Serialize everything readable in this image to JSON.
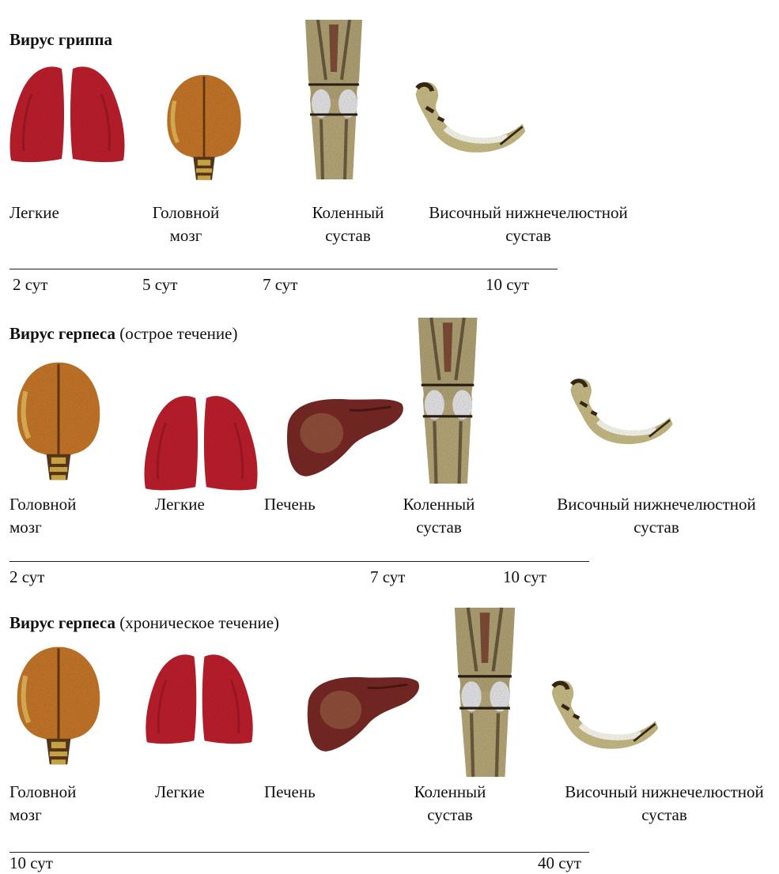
{
  "panels": [
    {
      "title_bold": "Вирус гриппа",
      "title_rest": "",
      "organs": [
        {
          "icon": "lungs-icon",
          "label": "Легкие"
        },
        {
          "icon": "brain-icon",
          "label": "Головной мозг"
        },
        {
          "icon": "knee-joint-icon",
          "label": "Коленный сустав"
        },
        {
          "icon": "jaw-joint-icon",
          "label": "Височный нижнечелюстной сустав"
        }
      ],
      "timeline": [
        "2 сут",
        "5 сут",
        "7 сут",
        "10 сут"
      ]
    },
    {
      "title_bold": "Вирус герпеса",
      "title_rest": "(острое течение)",
      "organs": [
        {
          "icon": "brain-icon",
          "label": "Головной мозг"
        },
        {
          "icon": "lungs-icon",
          "label": "Легкие"
        },
        {
          "icon": "liver-icon",
          "label": "Печень"
        },
        {
          "icon": "knee-joint-icon",
          "label": "Коленный сустав"
        },
        {
          "icon": "jaw-joint-icon",
          "label": "Височный нижнечелюстной сустав"
        }
      ],
      "timeline": [
        "2 сут",
        "7 сут",
        "10 сут"
      ]
    },
    {
      "title_bold": "Вирус герпеса",
      "title_rest": "(хроническое течение)",
      "organs": [
        {
          "icon": "brain-icon",
          "label": "Головной мозг"
        },
        {
          "icon": "lungs-icon",
          "label": "Легкие"
        },
        {
          "icon": "liver-icon",
          "label": "Печень"
        },
        {
          "icon": "knee-joint-icon",
          "label": "Коленный сустав"
        },
        {
          "icon": "jaw-joint-icon",
          "label": "Височный нижнечелюстной сустав"
        }
      ],
      "timeline": [
        "10 сут",
        "40 сут"
      ]
    }
  ],
  "colors": {
    "lungs": "#c0202e",
    "brain": "#c8782a",
    "liver": "#7a2a26",
    "bone": "#cbbf88",
    "bone_dark": "#4a3a22",
    "cartilage": "#e8e8ea",
    "rule": "#222222"
  }
}
